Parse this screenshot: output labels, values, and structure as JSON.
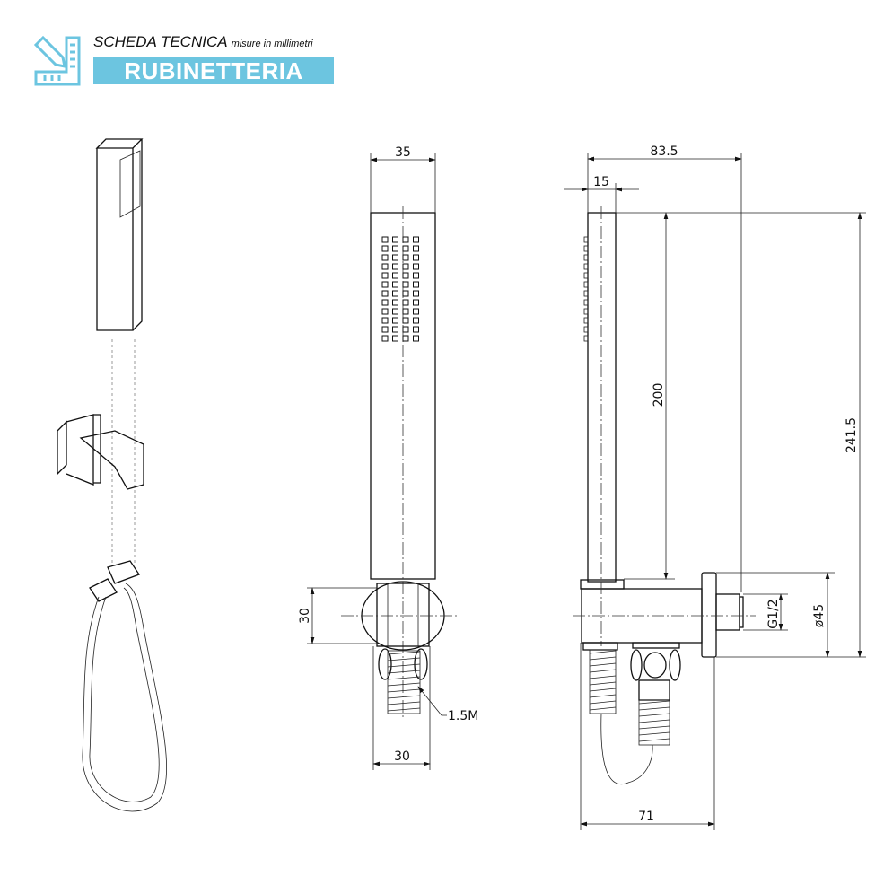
{
  "header": {
    "title": "SCHEDA TECNICA",
    "subtitle": "misure in millimetri",
    "category": "RUBINETTERIA",
    "accent_color": "#6cc5e0",
    "icon": "ruler-pencil-icon"
  },
  "front_view": {
    "width_top": "35",
    "holder_height": "30",
    "hose_length": "1.5M",
    "width_bottom": "30"
  },
  "side_view": {
    "total_depth": "83.5",
    "handle_thickness": "15",
    "handle_length": "200",
    "total_height": "241.5",
    "thread": "G1/2",
    "flange_diameter": "ø45",
    "holder_depth": "71"
  }
}
